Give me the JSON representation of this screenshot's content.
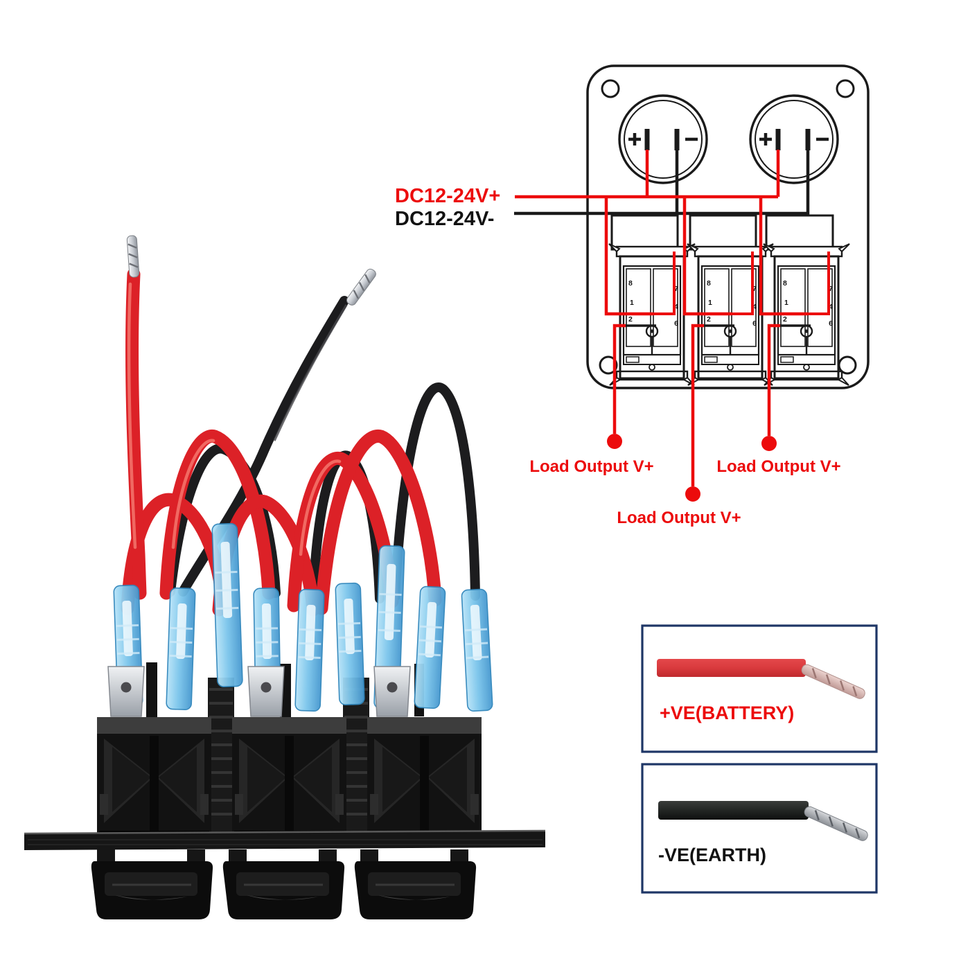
{
  "diagram": {
    "supply": {
      "positive_label": "DC12-24V+",
      "negative_label": "DC12-24V-"
    },
    "loads": {
      "left": "Load Output V+",
      "middle": "Load Output V+",
      "right": "Load Output V+"
    },
    "switch_pins": {
      "left": [
        "8",
        "1",
        "2"
      ],
      "right": [
        "7",
        "4",
        "6"
      ]
    },
    "socket_symbols": {
      "plus": "+",
      "minus": "-"
    }
  },
  "legend": {
    "battery_label": "+VE(BATTERY)",
    "earth_label": "-VE(EARTH)"
  },
  "colors": {
    "diagram_red": "#ec0b0c",
    "diagram_black": "#1a1a1a",
    "photo_wire_red": "#dc2127",
    "photo_wire_black": "#1c1c1e",
    "terminal_blue": "#66b5e2",
    "legend_border": "#1e3666",
    "legend_red_wire": "#d93a3d",
    "legend_black_wire": "#202221"
  }
}
